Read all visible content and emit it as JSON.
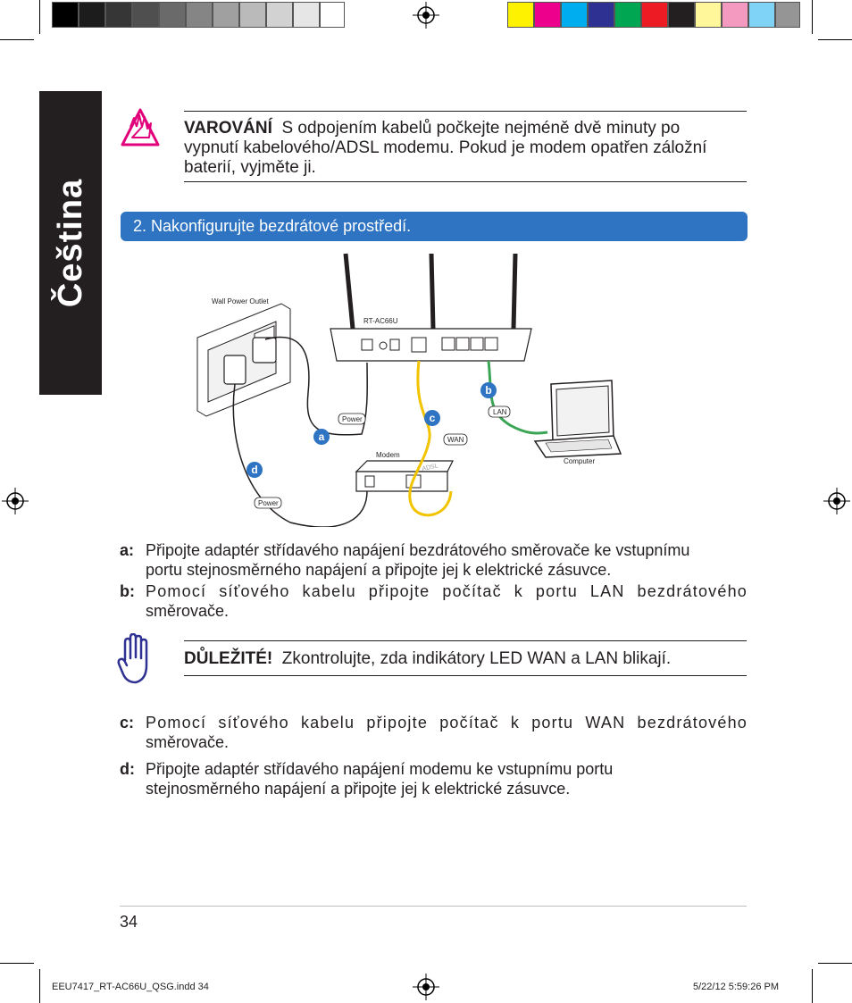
{
  "side_tab": {
    "label": "Čeština"
  },
  "warning": {
    "title": "VAROVÁNÍ",
    "line1": "S odpojením kabelů počkejte nejméně dvě minuty po",
    "line2": "vypnutí kabelového/ADSL modemu. Pokud je modem opatřen záložní",
    "line3": "baterií, vyjměte ji."
  },
  "step": {
    "label": "2.   Nakonfigurujte bezdrátové prostředí."
  },
  "diagram": {
    "wall_outlet": "Wall Power Outlet",
    "router": "RT-AC66U",
    "power_a": "Power",
    "power_d": "Power",
    "wan": "WAN",
    "lan": "LAN",
    "modem": "Modem",
    "computer": "Computer",
    "adsl": "ADSL",
    "markers": {
      "a": "a",
      "b": "b",
      "c": "c",
      "d": "d"
    }
  },
  "items_ab": [
    {
      "letter": "a:",
      "line1": "Připojte adaptér střídavého napájení bezdrátového směrovače ke vstupnímu",
      "line2": "portu stejnosměrného napájení a připojte jej k elektrické zásuvce."
    },
    {
      "letter": "b:",
      "line1": "Pomocí síťového kabelu připojte počítač k portu LAN bezdrátového",
      "line2": "směrovače."
    }
  ],
  "important": {
    "title": "DŮLEŽITÉ!",
    "text": "Zkontrolujte, zda indikátory LED WAN a LAN blikají."
  },
  "items_cd": [
    {
      "letter": "c:",
      "line1": "Pomocí síťového kabelu připojte počítač k portu WAN bezdrátového",
      "line2": "směrovače."
    },
    {
      "letter": "d:",
      "line1": "Připojte adaptér střídavého napájení modemu ke vstupnímu portu",
      "line2": "stejnosměrného napájení a připojte jej k elektrické zásuvce."
    }
  ],
  "page_number": "34",
  "footer": {
    "file": "EEU7417_RT-AC66U_QSG.indd   34",
    "date": "5/22/12   5:59:26 PM"
  },
  "colors": {
    "step_bar": "#2e74c2",
    "warning_icon": "#e2007a",
    "important_icon": "#2e3192",
    "marker": "#2e74c2",
    "wan_cable": "#f2c400",
    "lan_cable": "#3aa655"
  },
  "registration_icons": [
    "registration-mark-icon"
  ]
}
